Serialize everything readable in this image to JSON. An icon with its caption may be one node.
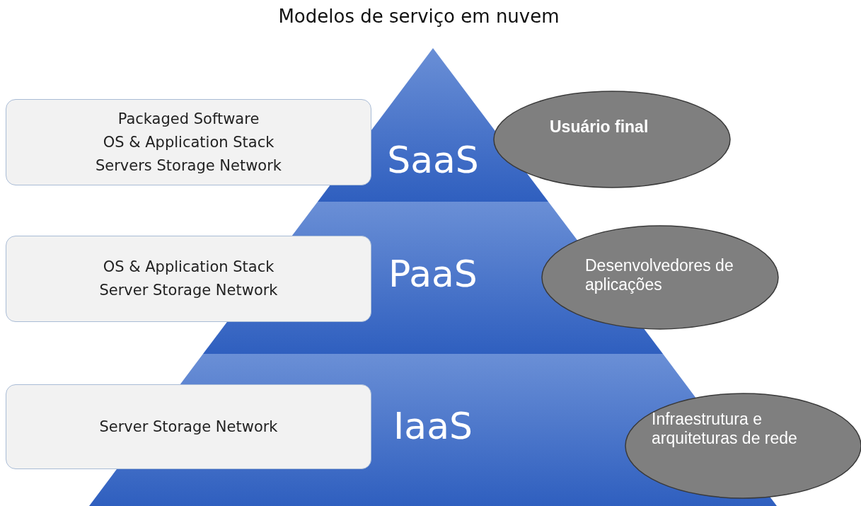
{
  "diagram": {
    "title": "Modelos de serviço em nuvem",
    "nodes": [
      {
        "text": [
          "Packaged Software",
          "OS & Application Stack",
          "Servers Storage Network"
        ]
      },
      {
        "text": [
          "SaaS"
        ]
      },
      {
        "text": [
          "Usuário final"
        ]
      },
      {
        "text": [
          "OS & Application Stack",
          "Server Storage Network"
        ]
      },
      {
        "text": [
          "PaaS"
        ]
      },
      {
        "text": [
          "Desenvolvedores de aplicações"
        ]
      },
      {
        "text": [
          "Server Storage Network"
        ]
      },
      {
        "text": [
          "IaaS"
        ]
      },
      {
        "text": [
          "Infraestrutura e arquiteturas de rede"
        ]
      }
    ]
  }
}
